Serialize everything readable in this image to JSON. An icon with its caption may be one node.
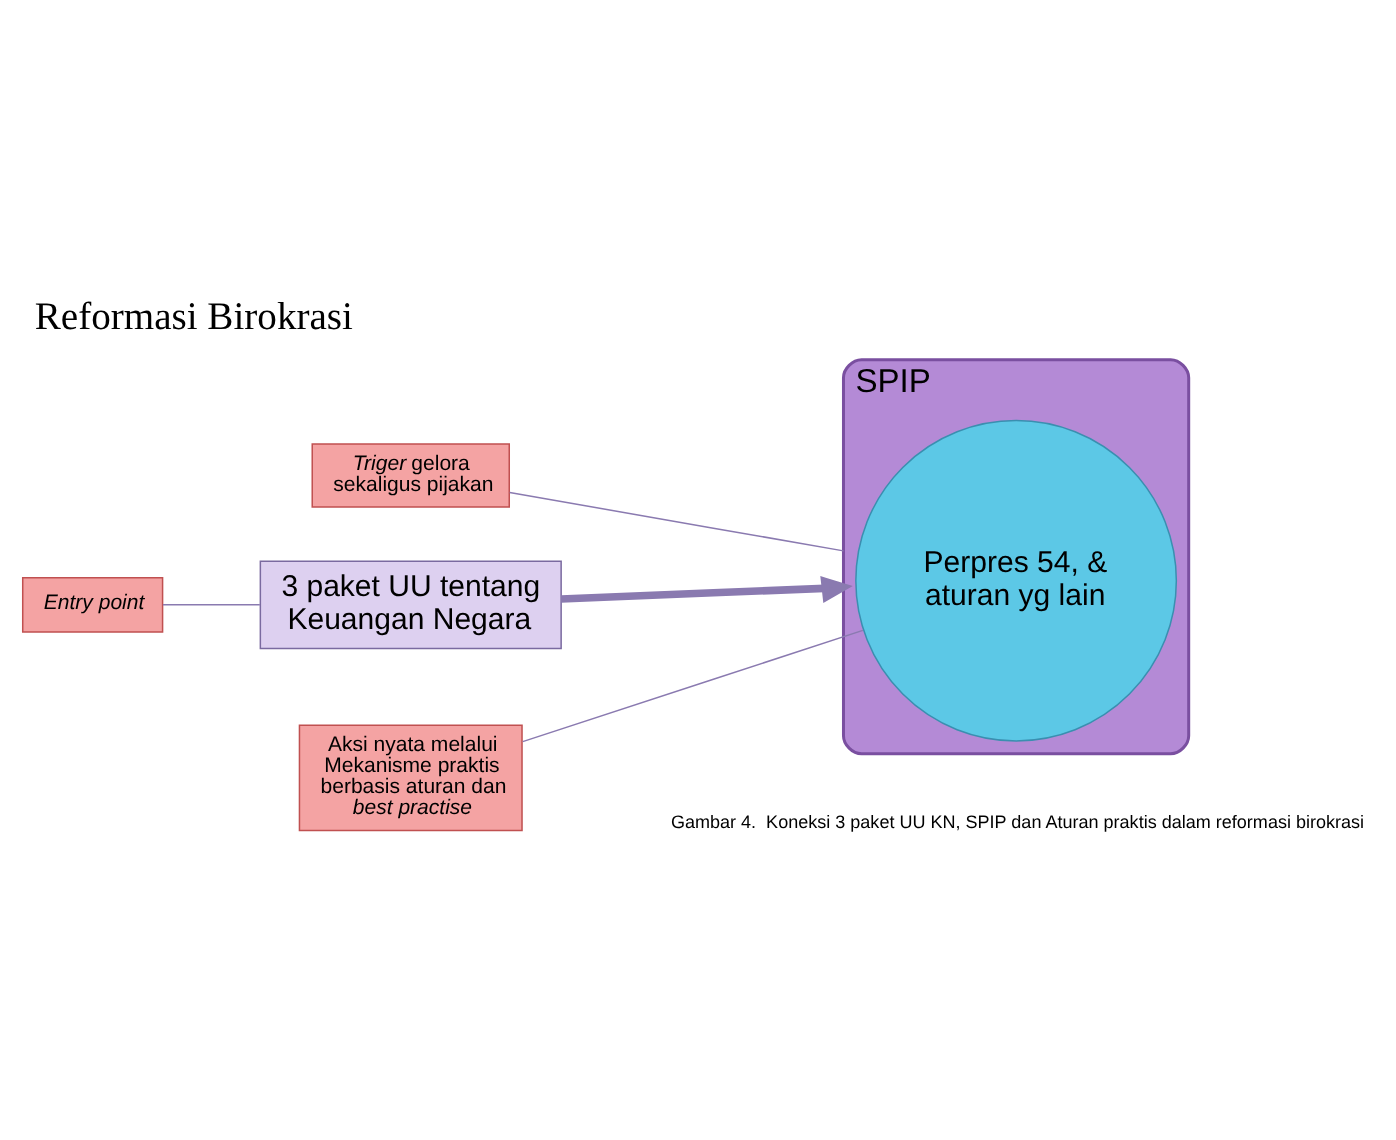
{
  "diagram": {
    "title": "Reformasi Birokrasi",
    "caption": "Gambar 4.  Koneksi 3 paket UU KN, SPIP dan Aturan praktis dalam reformasi birokrasi",
    "nodes": [
      {
        "text": [
          "3 paket UU tentang Keuangan Negara"
        ]
      },
      {
        "text": [
          "SPIP"
        ]
      },
      {
        "text": [
          "Perpres 54, & aturan yg lain"
        ],
        "in": 1
      },
      {
        "text": [
          "Entry point"
        ]
      },
      {
        "text": [
          "*Triger* gelora sekaligus pijakan"
        ]
      },
      {
        "text": [
          "Aksi nyata melalui Mekanisme praktis berbasis aturan dan *best practise*"
        ]
      }
    ],
    "edges": [
      {
        "from": 0,
        "to": 1,
        "arrow": "to",
        "style": "thick"
      },
      {
        "from": 3,
        "to": 0,
        "arrow": "none"
      },
      {
        "from": 4,
        "to": 1,
        "arrow": "none"
      },
      {
        "from": 5,
        "to": 2,
        "arrow": "none"
      }
    ]
  }
}
